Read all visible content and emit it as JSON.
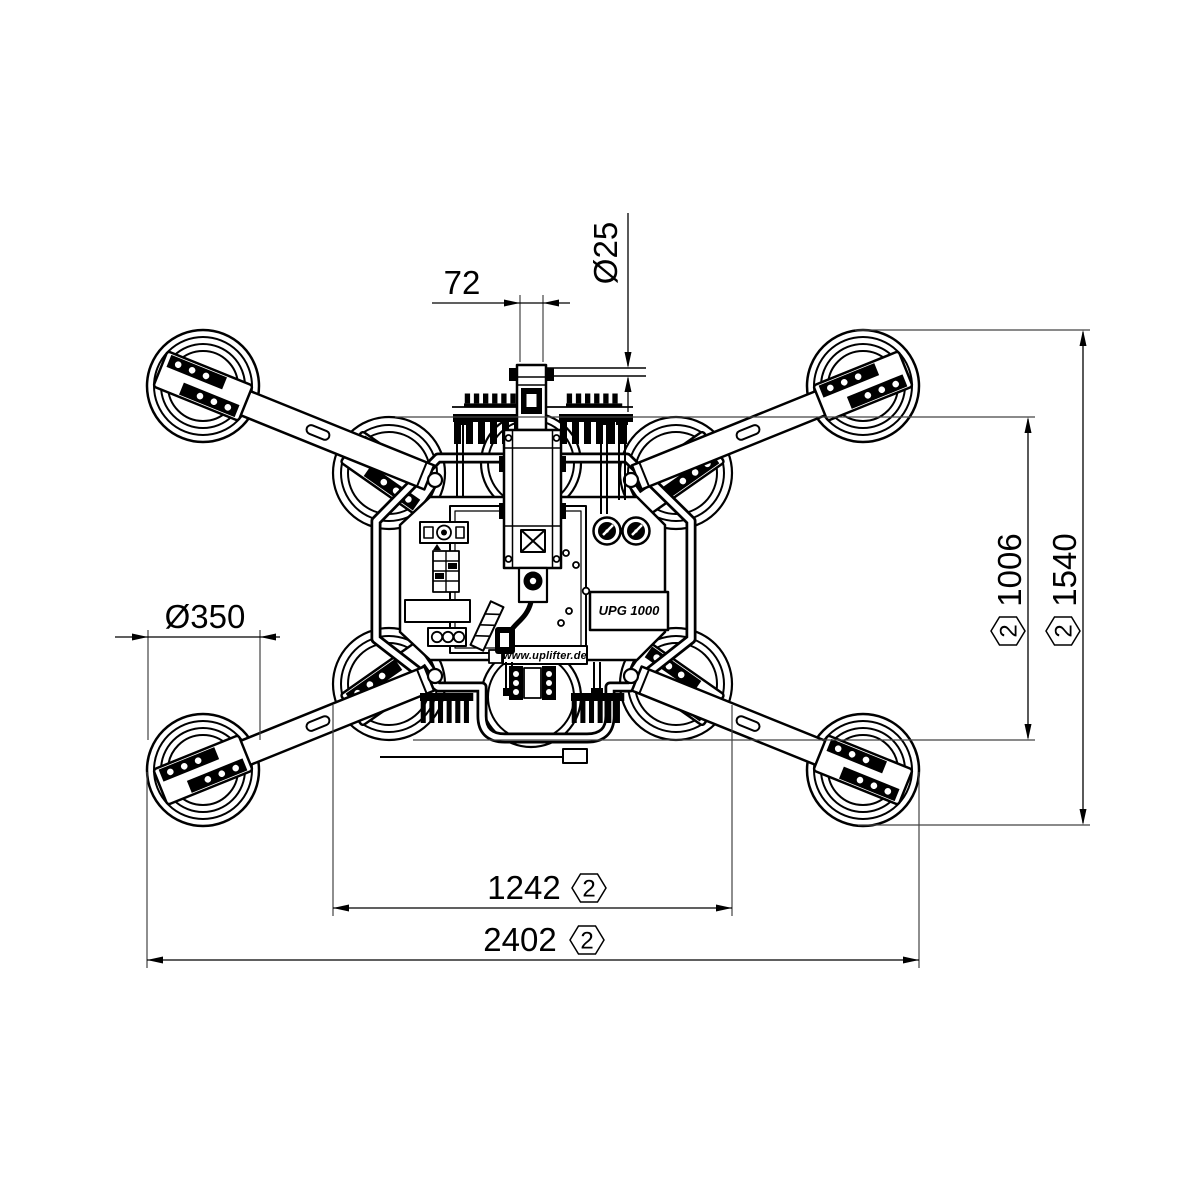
{
  "drawing": {
    "labels": {
      "model": "UPG 1000",
      "website": "www.uplifter.de"
    },
    "dimensions": {
      "hook_width": {
        "text": "72"
      },
      "pin_diameter": {
        "text": "Ø25"
      },
      "pad_span_vertical": {
        "text": "1006",
        "qty": "2"
      },
      "overall_height": {
        "text": "1540",
        "qty": "2"
      },
      "pad_diameter": {
        "text": "Ø350"
      },
      "pad_span_horizontal": {
        "text": "1242",
        "qty": "2"
      },
      "overall_width": {
        "text": "2402",
        "qty": "2"
      }
    },
    "colors": {
      "line": "#000000",
      "dimension_line": "#444444",
      "background": "#ffffff"
    }
  }
}
